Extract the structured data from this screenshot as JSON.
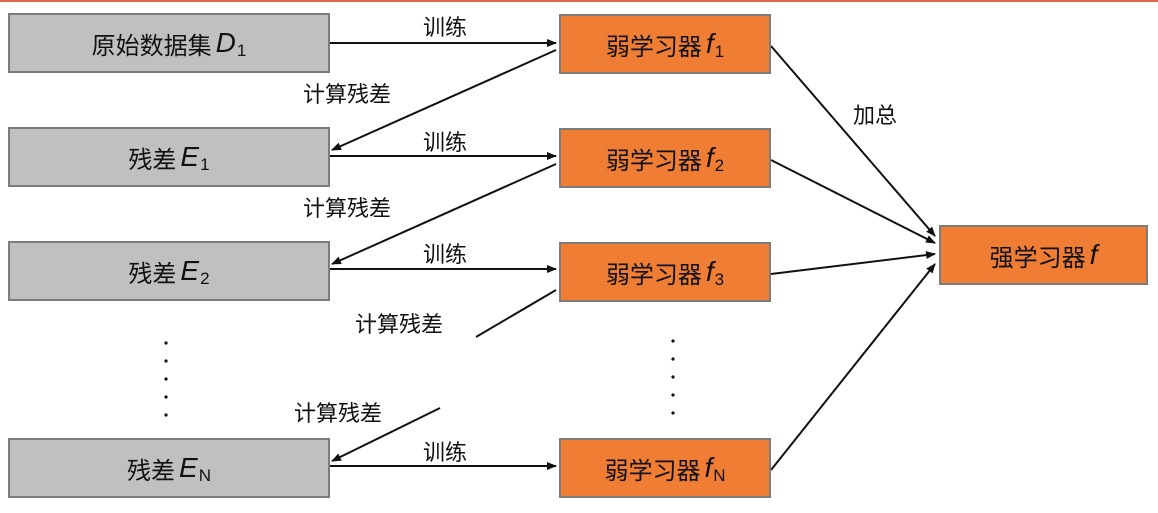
{
  "data_boxes": [
    {
      "text": "原始数据集",
      "var": "D",
      "sub": "1"
    },
    {
      "text": "残差",
      "var": "E",
      "sub": "1"
    },
    {
      "text": "残差",
      "var": "E",
      "sub": "2"
    },
    {
      "text": "残差",
      "var": "E",
      "sub": "N"
    }
  ],
  "learner_boxes": [
    {
      "text": "弱学习器",
      "var": "f",
      "sub": "1"
    },
    {
      "text": "弱学习器",
      "var": "f",
      "sub": "2"
    },
    {
      "text": "弱学习器",
      "var": "f",
      "sub": "3"
    },
    {
      "text": "弱学习器",
      "var": "f",
      "sub": "N"
    }
  ],
  "strong_box": {
    "text": "强学习器",
    "var": "f"
  },
  "labels": {
    "train": "训练",
    "residual": "计算残差",
    "sum": "加总"
  },
  "colors": {
    "gray_fill": "#c0c0c0",
    "orange_fill": "#ef7d33",
    "border": "#7c7c7c",
    "top_rule": "#d9684a"
  }
}
